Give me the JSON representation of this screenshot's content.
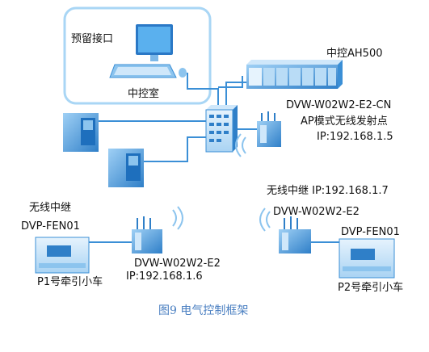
{
  "labels": {
    "reserved_interface": "预留接口",
    "control_room": "中控室",
    "plc": "中控AH500",
    "ap_model": "DVW-W02W2-E2-CN",
    "ap_mode": "AP模式无线发射点",
    "ap_ip": "IP:192.168.1.5",
    "relay_left_title": "无线中继",
    "fen_left": "DVP-FEN01",
    "cart1": "P1号牵引小车",
    "radio_left_model": "DVW-W02W2-E2",
    "radio_left_ip": "IP:192.168.1.6",
    "relay_right": "无线中继  IP:192.168.1.7",
    "radio_right_model": "DVW-W02W2-E2",
    "fen_right": "DVP-FEN01",
    "cart2": "P2号牵引小车"
  },
  "caption": "图9   电气控制框架",
  "colors": {
    "link": "#3b8fd6",
    "device": "#5aa8e8",
    "device_dark": "#2f7fc8",
    "caption": "#4a7fc1"
  }
}
